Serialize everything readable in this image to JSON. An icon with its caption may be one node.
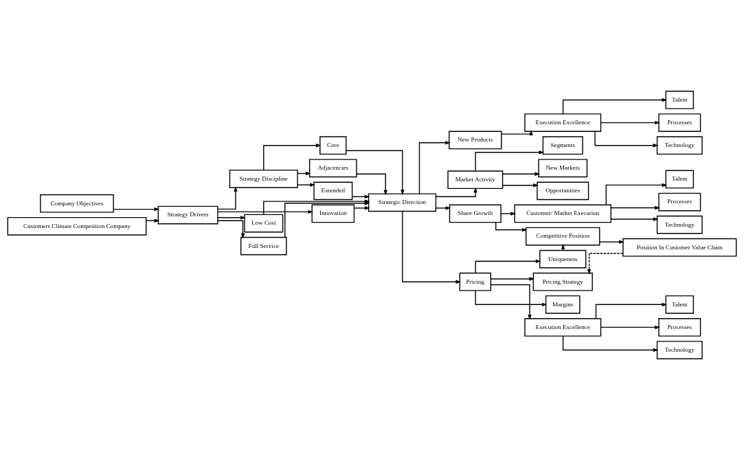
{
  "diagram": {
    "nodes": [
      {
        "text": [
          "Company Objectives"
        ]
      },
      {
        "text": [
          "Customers Climate Competition Company"
        ]
      },
      {
        "text": [
          "Strategy Drivers"
        ]
      },
      {
        "text": [
          "Strategy Discipline"
        ]
      },
      {
        "text": [
          "Innovation"
        ]
      },
      {
        "text": [
          "Low Cost"
        ]
      },
      {
        "text": [
          "Full Service"
        ]
      },
      {
        "text": [
          "Core"
        ]
      },
      {
        "text": [
          "Adjacencies"
        ]
      },
      {
        "text": [
          "Extended"
        ]
      },
      {
        "text": [
          "Strategic Direction"
        ]
      },
      {
        "text": [
          "New Products"
        ]
      },
      {
        "text": [
          "Market Activity"
        ]
      },
      {
        "text": [
          "Share Growth"
        ]
      },
      {
        "text": [
          "Pricing"
        ]
      },
      {
        "text": [
          "Execution Excellence"
        ]
      },
      {
        "text": [
          "Talent"
        ]
      },
      {
        "text": [
          "Processes"
        ]
      },
      {
        "text": [
          "Technology"
        ]
      },
      {
        "text": [
          "Segments"
        ]
      },
      {
        "text": [
          "New Markets"
        ]
      },
      {
        "text": [
          "Opportunities"
        ]
      },
      {
        "text": [
          "Customer/ Market Execution"
        ]
      },
      {
        "text": [
          "Talent"
        ]
      },
      {
        "text": [
          "Processes"
        ]
      },
      {
        "text": [
          "Technology"
        ]
      },
      {
        "text": [
          "Competitive Position"
        ]
      },
      {
        "text": [
          "Position In Customer Value Chain"
        ]
      },
      {
        "text": [
          "Uniqueness"
        ]
      },
      {
        "text": [
          "Pricing Strategy"
        ]
      },
      {
        "text": [
          "Margins"
        ]
      },
      {
        "text": [
          "Execution Excellence"
        ]
      },
      {
        "text": [
          "Talent"
        ]
      },
      {
        "text": [
          "Processes"
        ]
      },
      {
        "text": [
          "Technology"
        ]
      }
    ],
    "edges": [
      {
        "from": 0,
        "to": 2,
        "arrow": "to"
      },
      {
        "from": 1,
        "to": 2,
        "arrow": "to"
      },
      {
        "from": 2,
        "to": 4,
        "arrow": "to"
      },
      {
        "from": 2,
        "to": 5,
        "arrow": "to"
      },
      {
        "from": 2,
        "to": 6,
        "arrow": "to"
      },
      {
        "from": 2,
        "to": 3,
        "arrow": "to"
      },
      {
        "from": 3,
        "to": 7,
        "arrow": "to"
      },
      {
        "from": 3,
        "to": 8,
        "arrow": "to"
      },
      {
        "from": 3,
        "to": 9,
        "arrow": "to"
      },
      {
        "from": 4,
        "to": 10,
        "arrow": "to"
      },
      {
        "from": 5,
        "to": 10,
        "arrow": "to"
      },
      {
        "from": 6,
        "to": 10,
        "arrow": "to"
      },
      {
        "from": 7,
        "to": 10,
        "arrow": "to"
      },
      {
        "from": 8,
        "to": 10,
        "arrow": "to"
      },
      {
        "from": 9,
        "to": 10,
        "arrow": "to"
      },
      {
        "from": 10,
        "to": 11,
        "arrow": "to"
      },
      {
        "from": 10,
        "to": 12,
        "arrow": "to"
      },
      {
        "from": 10,
        "to": 13,
        "arrow": "to"
      },
      {
        "from": 10,
        "to": 14,
        "arrow": "to"
      },
      {
        "from": 11,
        "to": 15,
        "arrow": "to"
      },
      {
        "from": 15,
        "to": 16,
        "arrow": "to"
      },
      {
        "from": 15,
        "to": 17,
        "arrow": "to"
      },
      {
        "from": 15,
        "to": 18,
        "arrow": "to"
      },
      {
        "from": 12,
        "to": 19,
        "arrow": "to"
      },
      {
        "from": 12,
        "to": 20,
        "arrow": "to"
      },
      {
        "from": 12,
        "to": 21,
        "arrow": "to"
      },
      {
        "from": 13,
        "to": 22,
        "arrow": "to"
      },
      {
        "from": 13,
        "to": 26,
        "arrow": "to"
      },
      {
        "from": 22,
        "to": 23,
        "arrow": "to"
      },
      {
        "from": 22,
        "to": 24,
        "arrow": "to"
      },
      {
        "from": 22,
        "to": 25,
        "arrow": "to"
      },
      {
        "from": 26,
        "to": 27,
        "arrow": "to"
      },
      {
        "from": 28,
        "to": 26,
        "arrow": "to",
        "style": "dashed"
      },
      {
        "from": 27,
        "to": 29,
        "arrow": "to",
        "style": "dashed"
      },
      {
        "from": 14,
        "to": 28,
        "arrow": "to"
      },
      {
        "from": 14,
        "to": 29,
        "arrow": "to"
      },
      {
        "from": 14,
        "to": 30,
        "arrow": "to"
      },
      {
        "from": 14,
        "to": 31,
        "arrow": "to"
      },
      {
        "from": 31,
        "to": 32,
        "arrow": "to"
      },
      {
        "from": 31,
        "to": 33,
        "arrow": "to"
      },
      {
        "from": 31,
        "to": 34,
        "arrow": "to"
      }
    ]
  }
}
